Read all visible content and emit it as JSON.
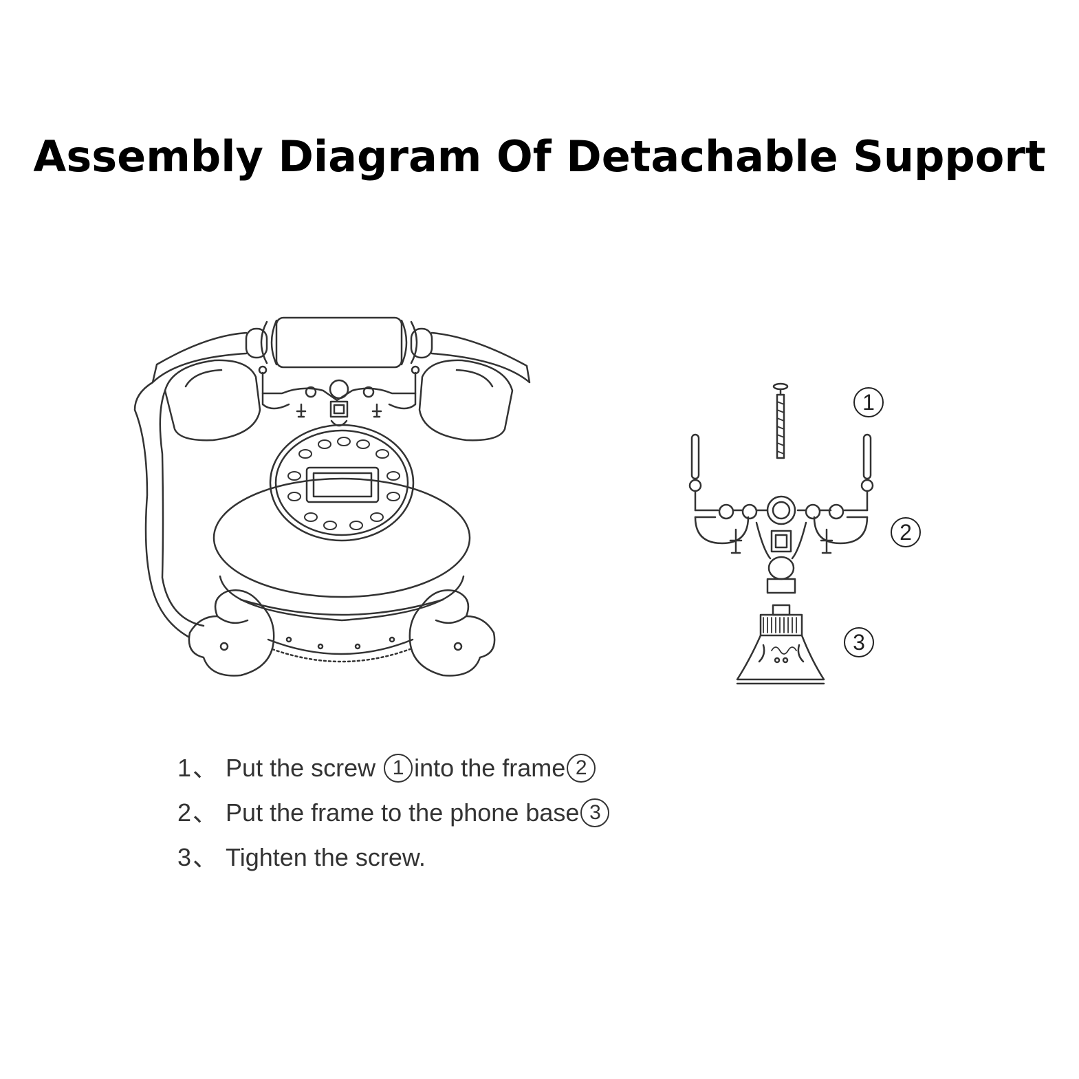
{
  "title": "Assembly Diagram Of Detachable Support",
  "callouts": {
    "screw": "1",
    "frame": "2",
    "base": "3"
  },
  "steps": [
    {
      "num": "1",
      "sep": "、",
      "text_a": "Put the screw ",
      "ref_a": "1",
      "text_b": "into the frame",
      "ref_b": "2"
    },
    {
      "num": "2",
      "sep": "、",
      "text_a": "Put the frame to the phone base",
      "ref_a": "3"
    },
    {
      "num": "3",
      "sep": "、",
      "text_a": "Tighten the screw."
    }
  ],
  "colors": {
    "line": "#333333",
    "text": "#000000",
    "step_text": "#333333"
  }
}
